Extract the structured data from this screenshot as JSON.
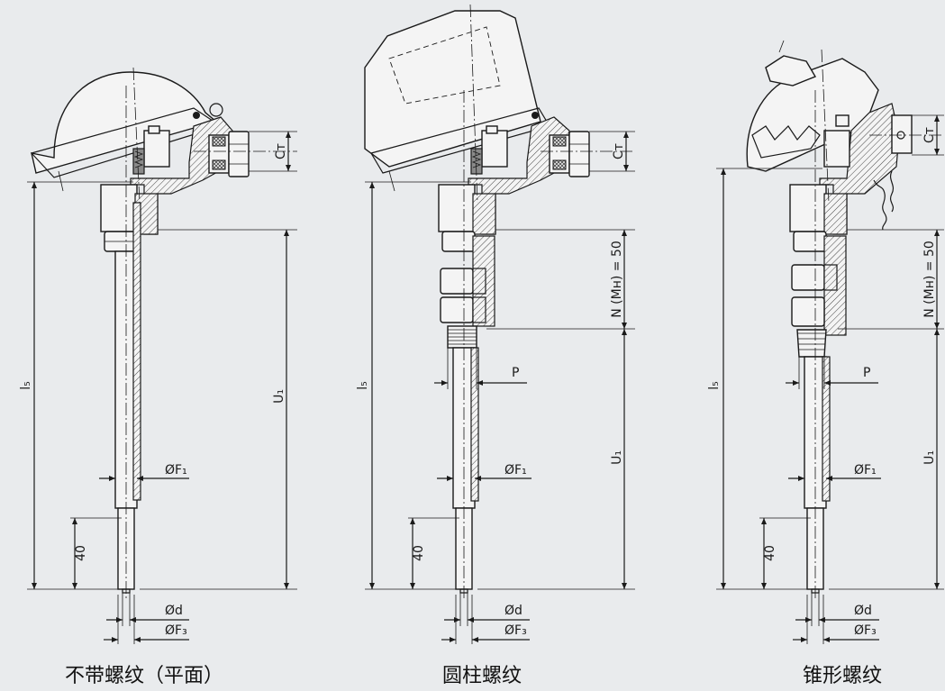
{
  "figures": [
    {
      "caption": "不带螺纹（平面）",
      "labels": {
        "l5": "l₅",
        "u1": "U₁",
        "ct": "Cᴛ",
        "f1": "ØF₁",
        "d": "Ød",
        "f3": "ØF₃",
        "forty": "40"
      }
    },
    {
      "caption": "圆柱螺纹",
      "labels": {
        "l5": "l₅",
        "u1": "U₁",
        "ct": "Cᴛ",
        "n": "N (Mʜ) = 50",
        "p": "P",
        "f1": "ØF₁",
        "d": "Ød",
        "f3": "ØF₃",
        "forty": "40"
      }
    },
    {
      "caption": "锥形螺纹",
      "labels": {
        "l5": "l₅",
        "u1": "U₁",
        "ct": "Cᴛ",
        "n": "N (Mʜ) = 50",
        "p": "P",
        "f1": "ØF₁",
        "d": "Ød",
        "f3": "ØF₃",
        "forty": "40"
      }
    }
  ]
}
